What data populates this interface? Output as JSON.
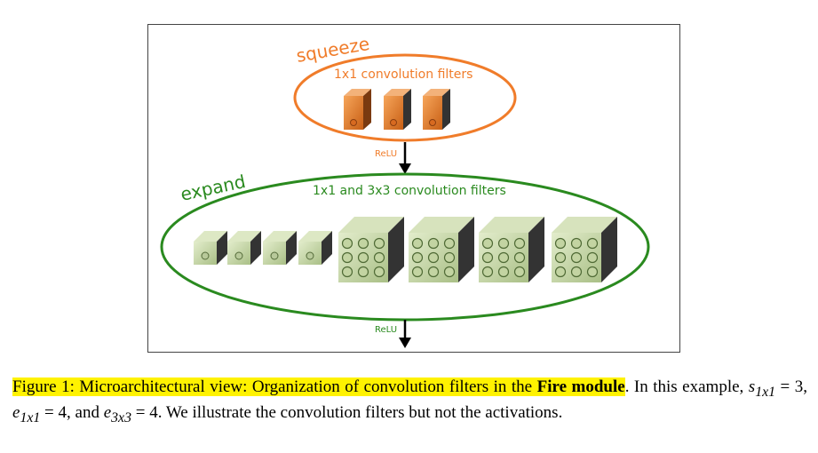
{
  "diagram": {
    "squeeze_label": "squeeze",
    "squeeze_filters_label": "1x1 convolution filters",
    "relu_label_top": "ReLU",
    "expand_label": "expand",
    "expand_filters_label": "1x1 and 3x3 convolution filters",
    "relu_label_bottom": "ReLU",
    "colors": {
      "squeeze": "#f07c2a",
      "expand": "#2a8a1f",
      "squeeze_cube": "#e0782a",
      "expand_cube": "#c9d9a8"
    }
  },
  "caption": {
    "prefix_highlighted": "Figure 1: Microarchitectural view: Organization of convolution filters in the ",
    "bold_highlighted": "Fire module",
    "after_bold": ". In this example, ",
    "s_var": "s",
    "s_sub": "1x1",
    "s_eq": " = 3, ",
    "e1_var": "e",
    "e1_sub": "1x1",
    "e1_eq": " = 4, and ",
    "e3_var": "e",
    "e3_sub": "3x3",
    "e3_eq": " = 4. We illustrate the convolution filters but not the activations."
  }
}
